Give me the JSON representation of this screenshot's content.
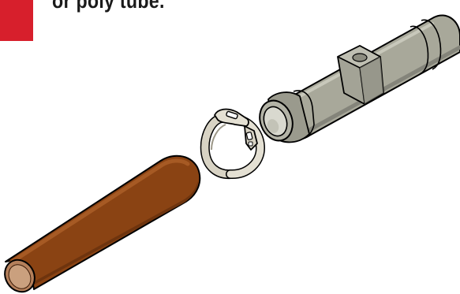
{
  "caption": "or poly tube.",
  "colors": {
    "accent": "#d71f2c",
    "copper_pipe": "#8a4313",
    "fitting": "#a8a89a",
    "clamp": "#d8d3c4",
    "text": "#1a1a1a"
  },
  "illustration": {
    "parts": [
      "copper-pipe",
      "hose-clamp",
      "push-fit-fitting"
    ]
  }
}
